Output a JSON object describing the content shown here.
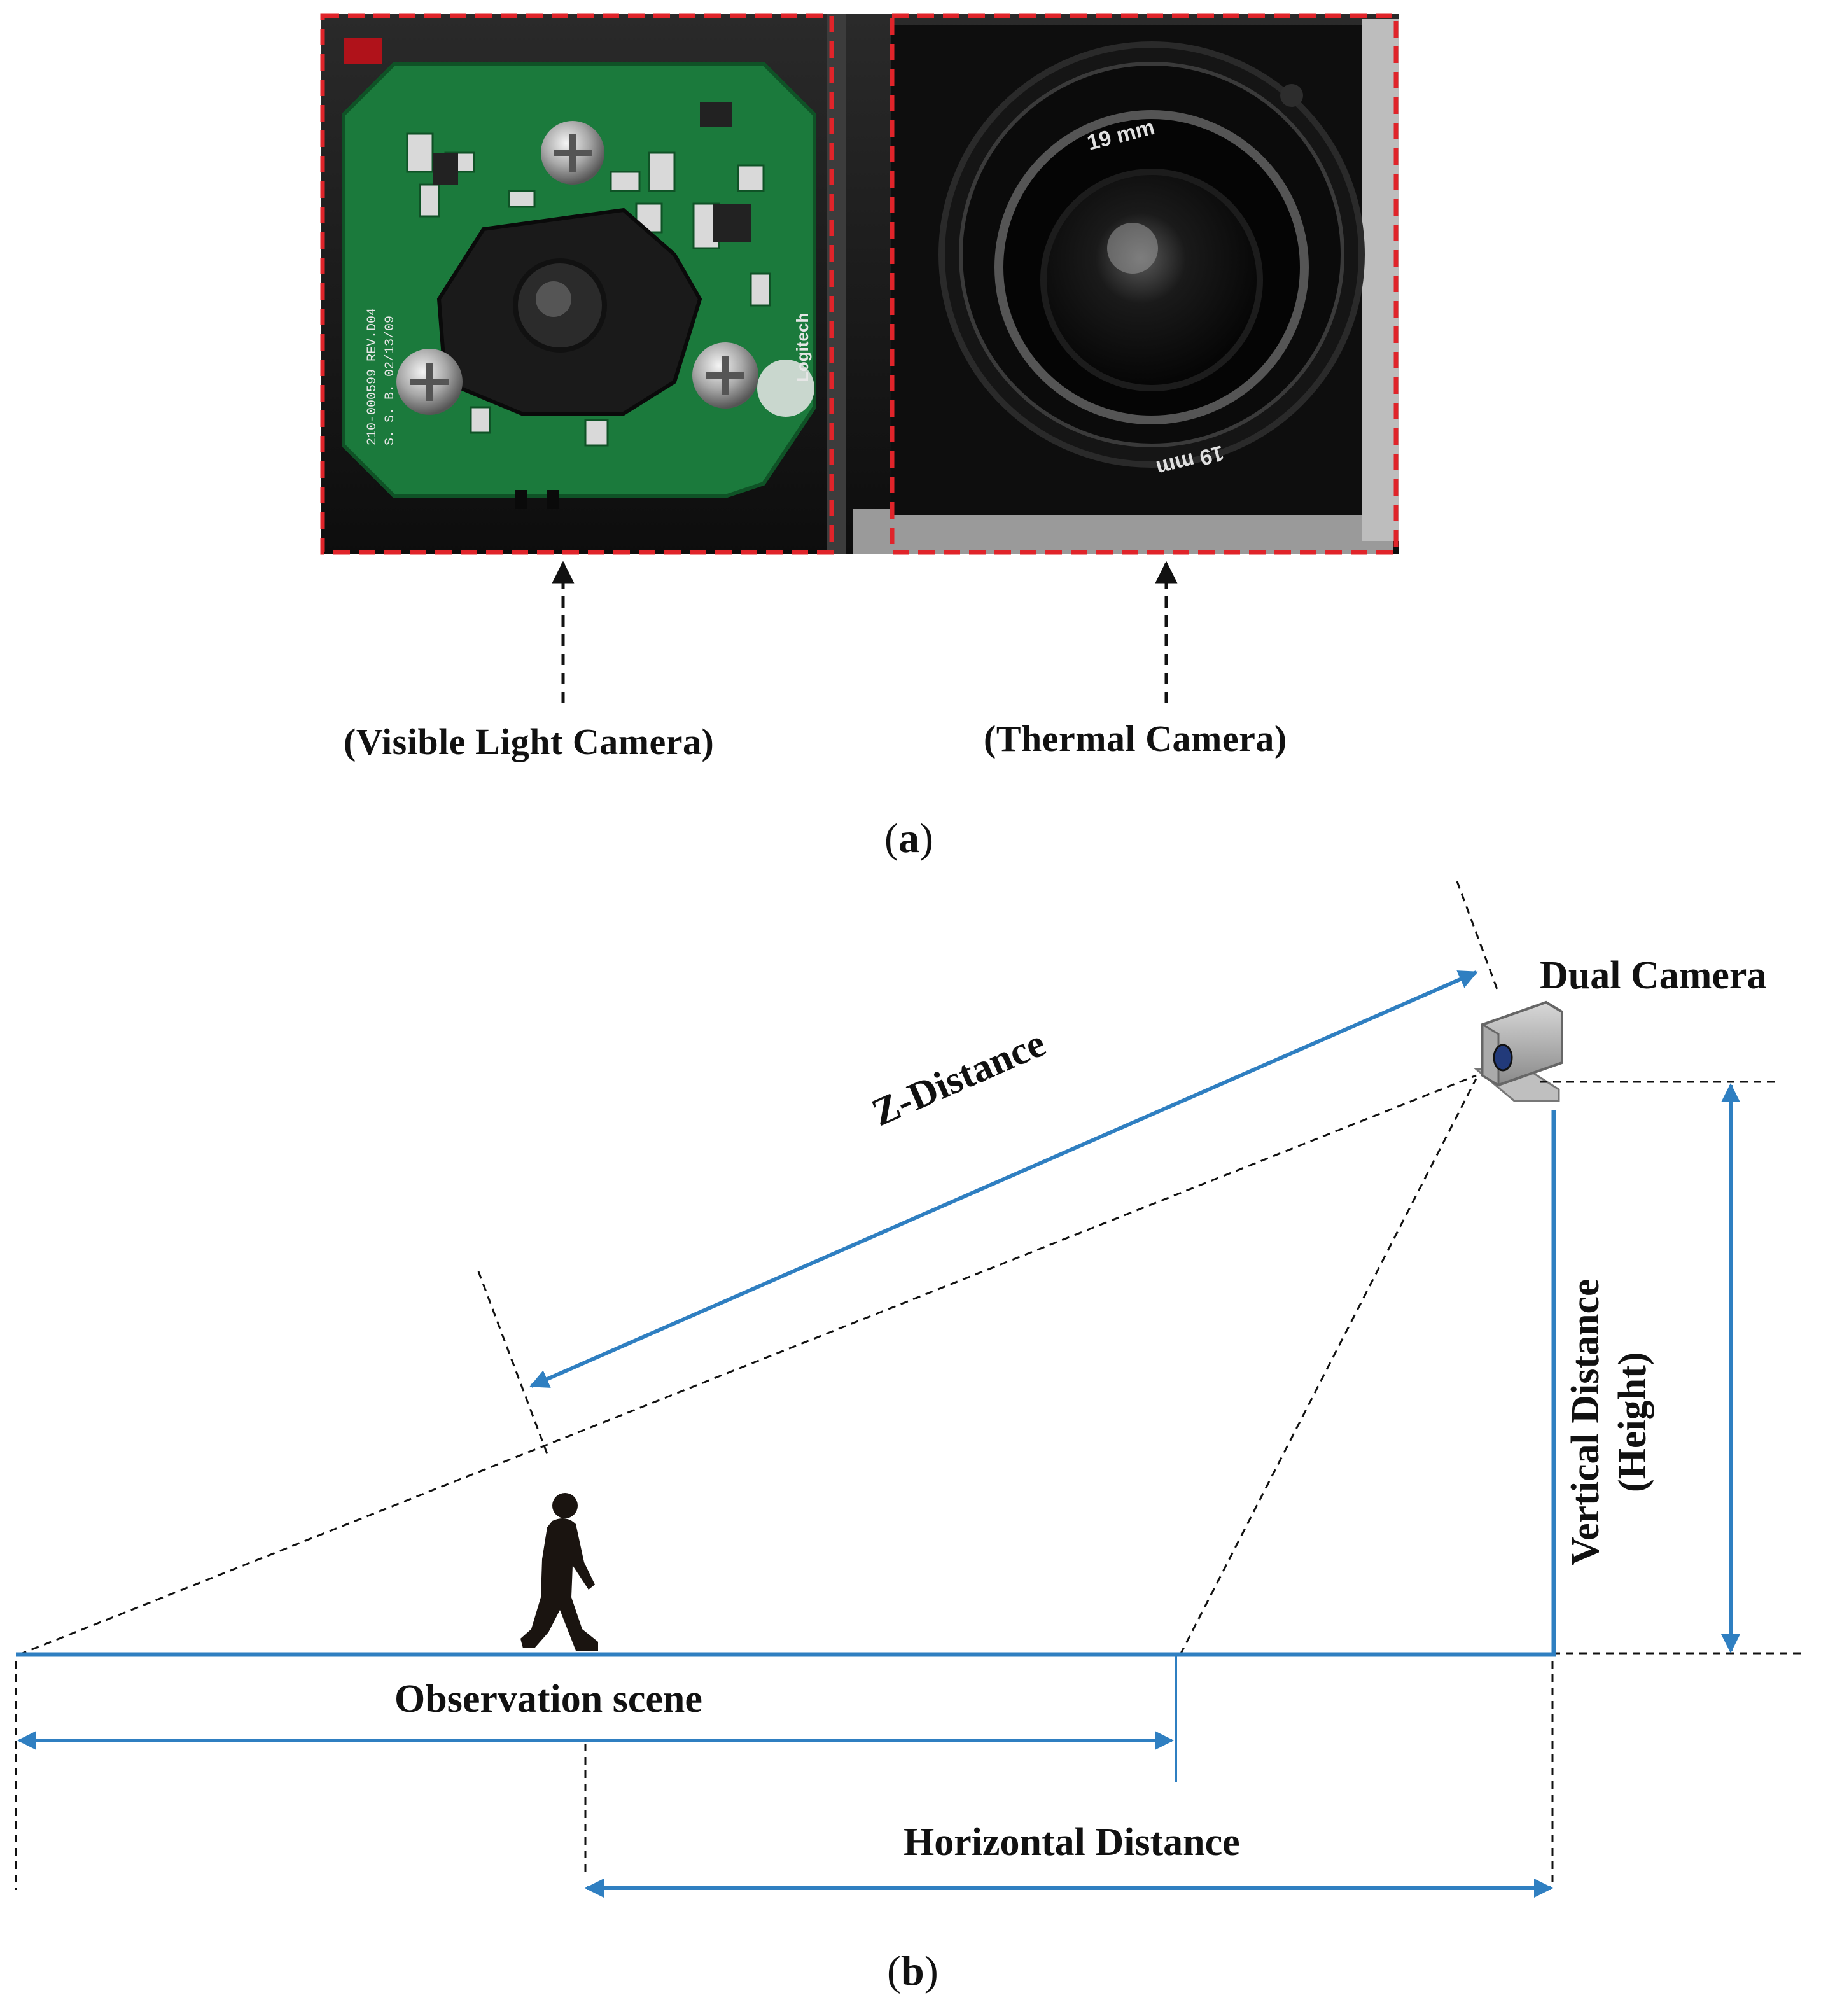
{
  "panel_a": {
    "label_open": "(",
    "label_letter": "a",
    "label_close": ")",
    "visible_camera_caption": "(Visible Light Camera)",
    "thermal_camera_caption": "(Thermal Camera)",
    "pcb_text_lines": [
      "210-000599 REV.D04",
      "S. S. B. 02/13/09"
    ],
    "pcb_brand": "Logitech",
    "lens_text_top": "19 mm",
    "lens_text_bottom": "19 mm"
  },
  "panel_b": {
    "label_open": "(",
    "label_letter": "b",
    "label_close": ")",
    "dual_camera": "Dual Camera",
    "z_distance": "Z-Distance",
    "vertical_distance": "Vertical Distance",
    "height": "(Height)",
    "observation_scene": "Observation scene",
    "horizontal_distance": "Horizontal Distance"
  },
  "colors": {
    "frame_red": "#e0242a",
    "arrow_blue": "#2f7fc1",
    "pcb_green": "#1b7a3c",
    "dark": "#111111"
  }
}
